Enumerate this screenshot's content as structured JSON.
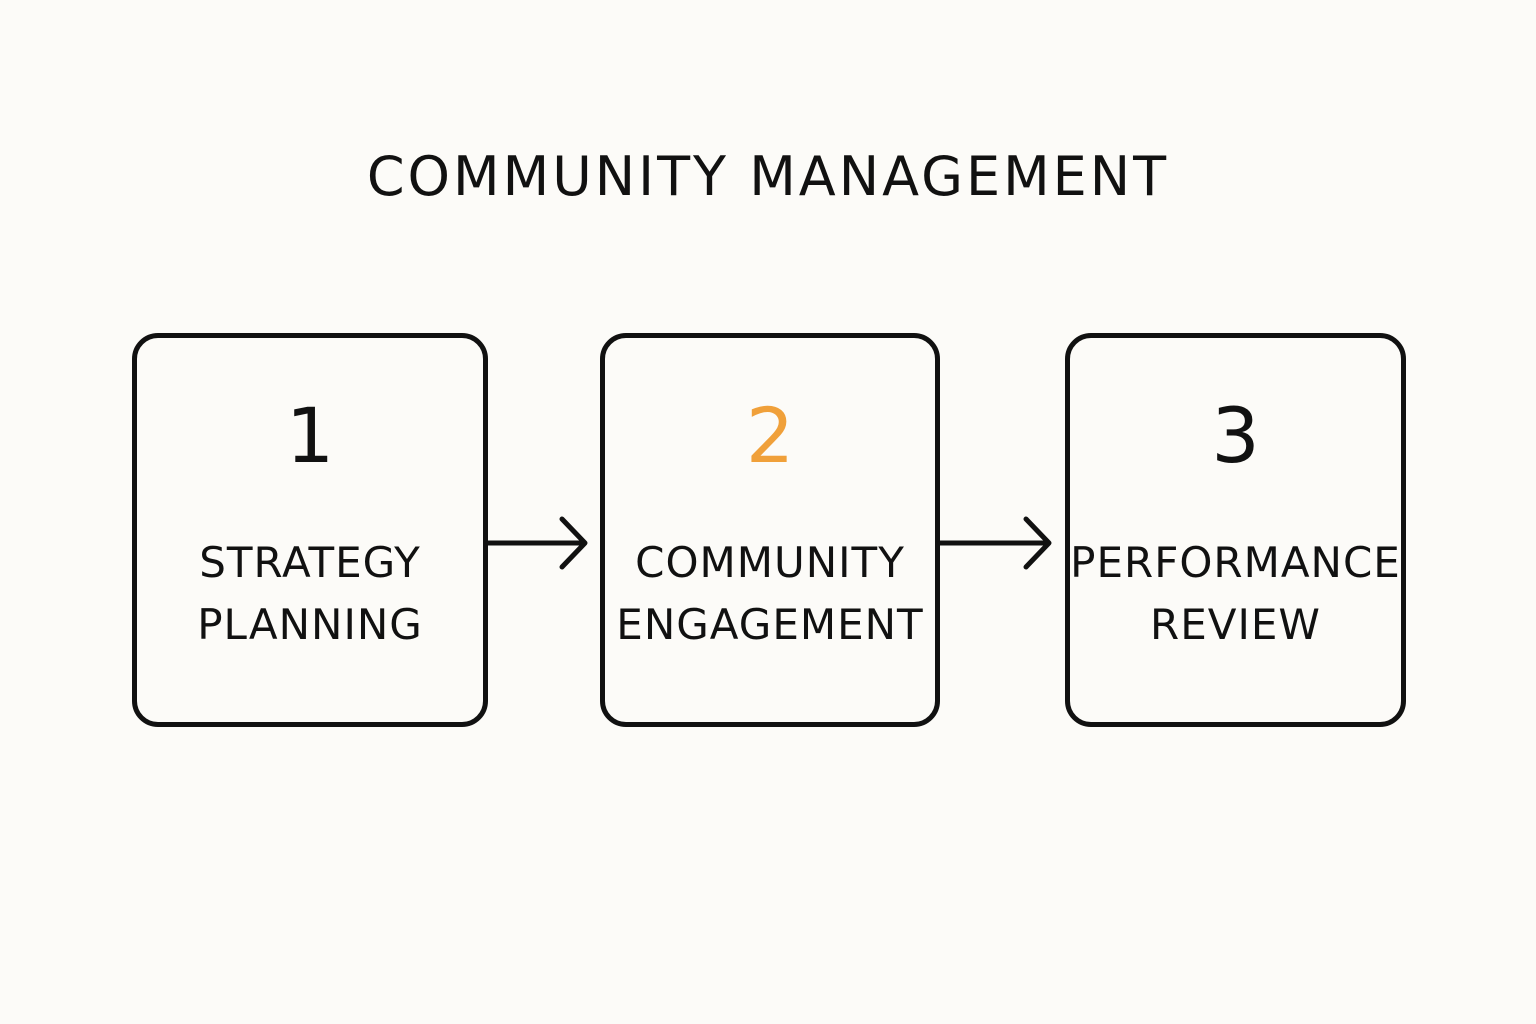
{
  "title": "COMMUNITY MANAGEMENT",
  "colors": {
    "background": "#fcfbf8",
    "ink": "#111111",
    "highlight": "#f0a03a"
  },
  "steps": [
    {
      "number": "1",
      "line1": "STRATEGY",
      "line2": "PLANNING",
      "highlighted": false
    },
    {
      "number": "2",
      "line1": "COMMUNITY",
      "line2": "ENGAGEMENT",
      "highlighted": true
    },
    {
      "number": "3",
      "line1": "PERFORMANCE",
      "line2": "REVIEW",
      "highlighted": false
    }
  ]
}
